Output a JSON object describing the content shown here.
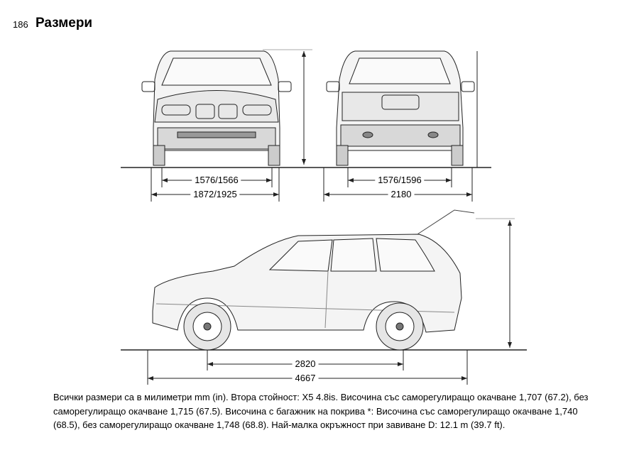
{
  "page": {
    "number": "186",
    "title": "Размери"
  },
  "front_view": {
    "track": "1576/1566",
    "width": "1872/1925"
  },
  "rear_view": {
    "track": "1576/1596",
    "width": "2180"
  },
  "side_view": {
    "wheelbase": "2820",
    "length": "4667"
  },
  "caption": "Всички размери са в милиметри mm (in). Втора стойност: X5 4.8is. Височина със саморегулиращо окачване 1,707 (67.2), без саморегулиращо окачване 1,715 (67.5). Височина с багажник на покрива *: Височина със саморегулиращо окачване 1,740 (68.5), без саморегулиращо окачване 1,748 (68.8). Най-малка окръжност при завиване D: 12.1 m (39.7 ft)."
}
